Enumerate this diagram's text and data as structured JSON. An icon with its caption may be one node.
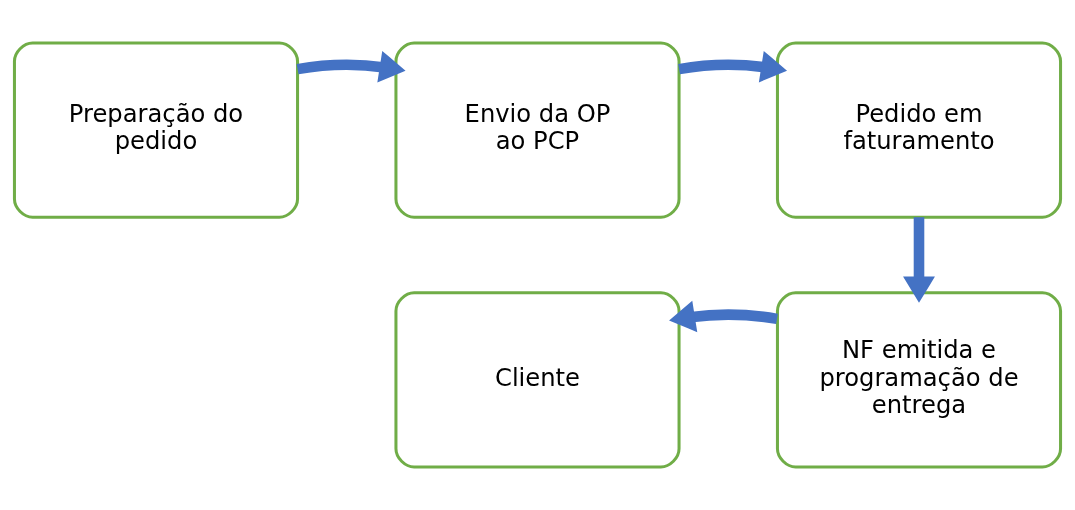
{
  "diagram": {
    "nodes": [
      {
        "text": [
          "Preparação do pedido"
        ]
      },
      {
        "text": [
          "Envio da OP ao PCP"
        ]
      },
      {
        "text": [
          "Pedido em faturamento"
        ]
      },
      {
        "text": [
          "NF emitida e programação de entrega"
        ]
      },
      {
        "text": [
          "Cliente"
        ]
      }
    ],
    "edges": [
      {
        "from": 0,
        "to": 1,
        "arrow": "to"
      },
      {
        "from": 1,
        "to": 2,
        "arrow": "to"
      },
      {
        "from": 2,
        "to": 3,
        "arrow": "to"
      },
      {
        "from": 3,
        "to": 4,
        "arrow": "to"
      }
    ]
  }
}
